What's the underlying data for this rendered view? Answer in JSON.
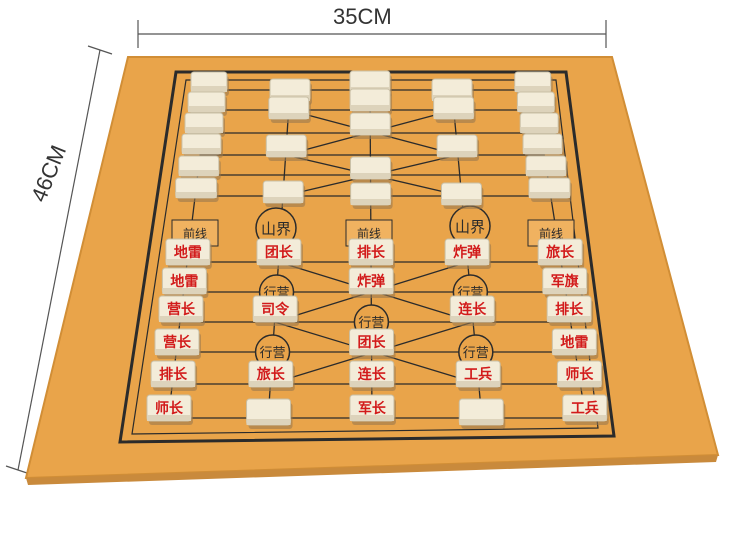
{
  "dimensions": {
    "width_label": "35CM",
    "height_label": "46CM"
  },
  "board_colors": {
    "mat": "#e9a44a",
    "line": "#2b2b2b",
    "piece": "#f3ecd9",
    "piece_text": "#d21b1b"
  },
  "board_labels": {
    "camp": "行营",
    "headquarters": "山界",
    "front_line": "前线"
  },
  "pieces": [
    {
      "label": "地雷",
      "side": "left",
      "row": 0
    },
    {
      "label": "地雷",
      "side": "left",
      "row": 1
    },
    {
      "label": "营长",
      "side": "left",
      "row": 2
    },
    {
      "label": "营长",
      "side": "left",
      "row": 3
    },
    {
      "label": "排长",
      "side": "left",
      "row": 4
    },
    {
      "label": "师长",
      "side": "left",
      "row": 5
    },
    {
      "label": "团长",
      "side": "c1",
      "row": 0
    },
    {
      "label": "司令",
      "side": "c1",
      "row": 2
    },
    {
      "label": "旅长",
      "side": "c1",
      "row": 4
    },
    {
      "label": "排长",
      "side": "c2",
      "row": 0
    },
    {
      "label": "炸弹",
      "side": "c2",
      "row": 1
    },
    {
      "label": "团长",
      "side": "c2",
      "row": 3
    },
    {
      "label": "连长",
      "side": "c2",
      "row": 4
    },
    {
      "label": "军长",
      "side": "c2",
      "row": 5
    },
    {
      "label": "炸弹",
      "side": "c3",
      "row": 0
    },
    {
      "label": "连长",
      "side": "c3",
      "row": 2
    },
    {
      "label": "工兵",
      "side": "c3",
      "row": 4
    },
    {
      "label": "旅长",
      "side": "right",
      "row": 0
    },
    {
      "label": "军旗",
      "side": "right",
      "row": 1
    },
    {
      "label": "排长",
      "side": "right",
      "row": 2
    },
    {
      "label": "地雷",
      "side": "right",
      "row": 3
    },
    {
      "label": "师长",
      "side": "right",
      "row": 4
    },
    {
      "label": "工兵",
      "side": "right",
      "row": 5
    }
  ]
}
